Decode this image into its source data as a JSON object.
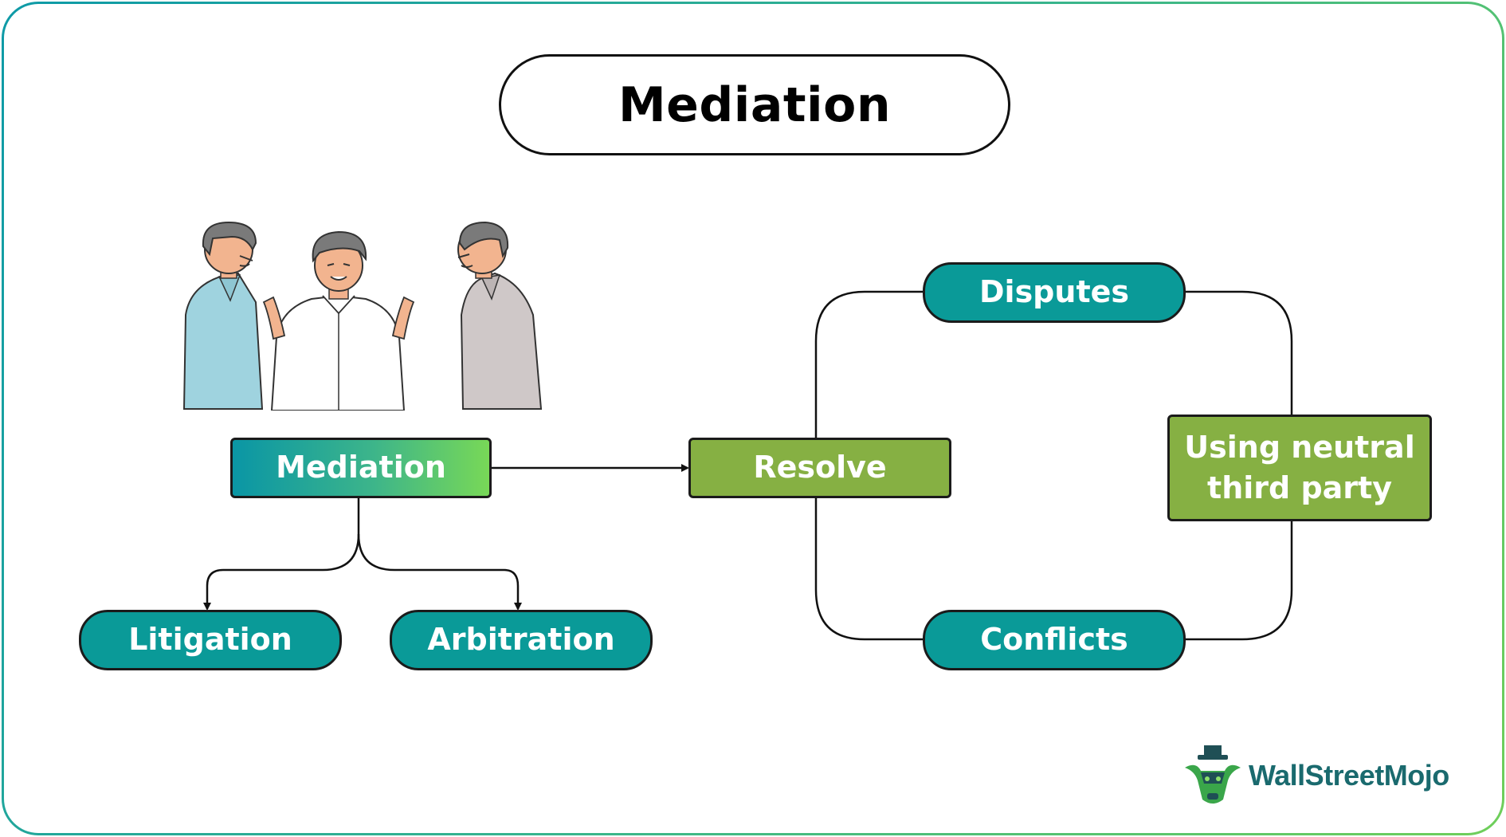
{
  "title": "Mediation",
  "nodes": {
    "mediation": "Mediation",
    "litigation": "Litigation",
    "arbitration": "Arbitration",
    "resolve": "Resolve",
    "disputes": "Disputes",
    "conflicts": "Conflicts",
    "neutral_line1": "Using neutral",
    "neutral_line2": "third party"
  },
  "logo": {
    "text": "WallStreetMojo"
  },
  "colors": {
    "teal": "#0a9a98",
    "green": "#86b043",
    "gradient_start": "#0a96a5",
    "gradient_end": "#78d857",
    "border": "#1b1b1b"
  },
  "illustration": {
    "icon": "three-people-mediating-illustration"
  }
}
